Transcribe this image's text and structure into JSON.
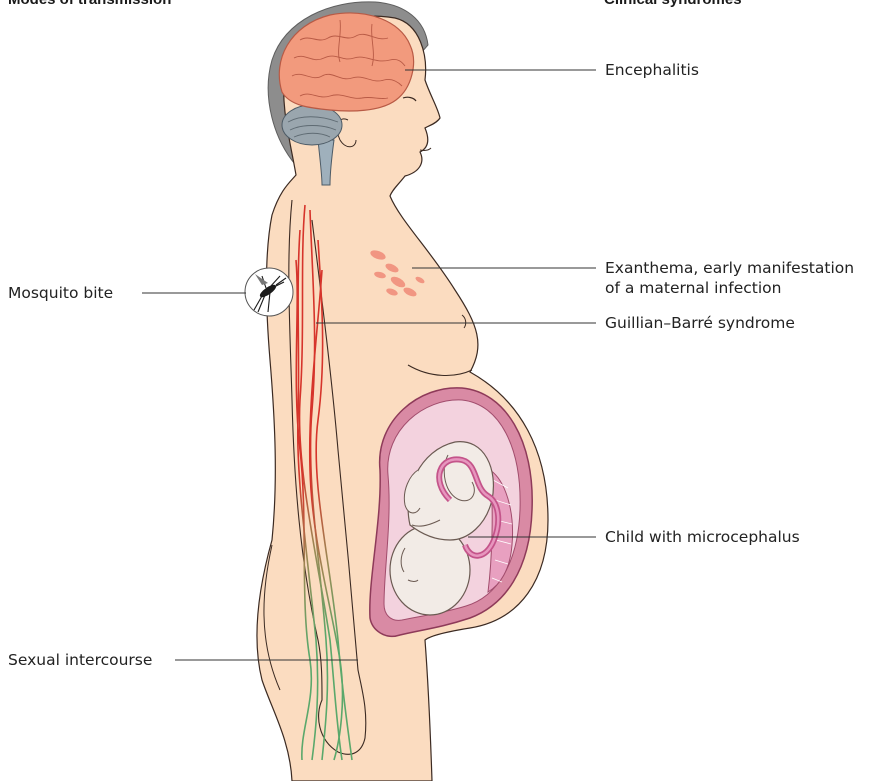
{
  "headers": {
    "left": "Modes of transmission",
    "right": "Clinical syndromes"
  },
  "transmission": {
    "mosquito": "Mosquito bite",
    "sexual": "Sexual intercourse"
  },
  "syndromes": {
    "encephalitis": "Encephalitis",
    "exanthema_line1": "Exanthema, early manifestation",
    "exanthema_line2": "of a maternal infection",
    "gbs": "Guillian–Barré syndrome",
    "microcephaly": "Child with microcephalus"
  },
  "colors": {
    "skin": "#fbdcc0",
    "skin_outline": "#3b2a22",
    "hair": "#8d8d8d",
    "brain": "#f29a7d",
    "cerebellum": "#9aa6ae",
    "nerve_red": "#d6342b",
    "nerve_green": "#5aa86b",
    "uterus": "#d98aa4",
    "placenta": "#e8a0c0",
    "fetus": "#f2ebe6",
    "rash": "#f08a78"
  }
}
